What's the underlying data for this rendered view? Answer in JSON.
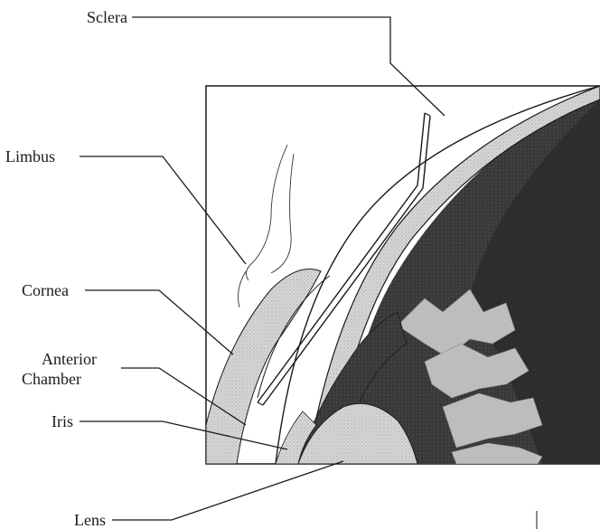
{
  "labels": {
    "sclera": "Sclera",
    "limbus": "Limbus",
    "cornea": "Cornea",
    "anterior_chamber_line1": "Anterior",
    "anterior_chamber_line2": "Chamber",
    "iris": "Iris",
    "lens": "Lens"
  },
  "colors": {
    "ink": "#1a1a1a",
    "tissue_light": "#d9d9d9",
    "tissue_mid": "#b5b5b5",
    "tissue_dark": "#3a3a3a",
    "tissue_darkest": "#2a2a2a",
    "paper": "#ffffff"
  }
}
